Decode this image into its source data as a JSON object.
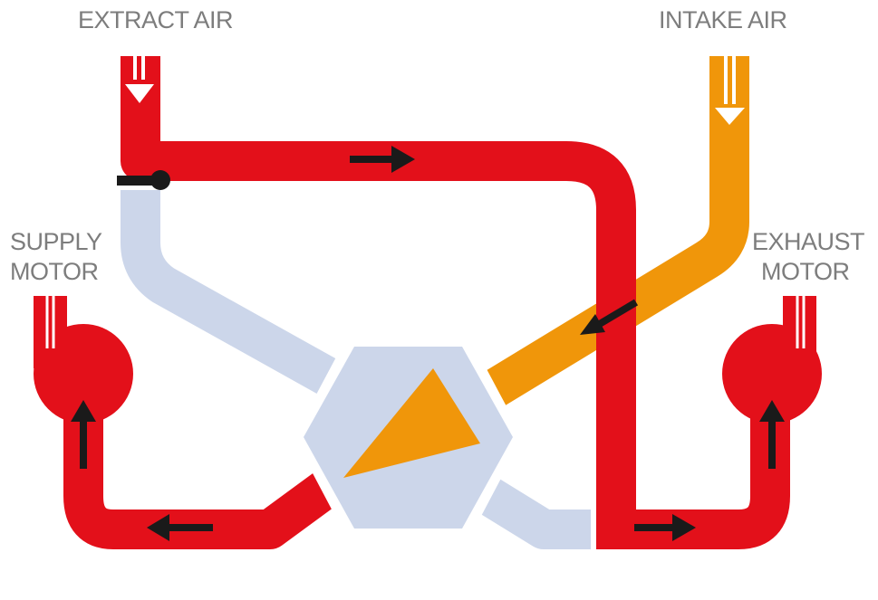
{
  "labels": {
    "extract_air": "EXTRACT AIR",
    "intake_air": "INTAKE AIR",
    "supply_motor_line1": "SUPPLY",
    "supply_motor_line2": "MOTOR",
    "exhaust_motor_line1": "EXHAUST",
    "exhaust_motor_line2": "MOTOR"
  },
  "colors": {
    "extract_duct": "#e3101a",
    "intake_duct": "#f0960a",
    "bypass_duct": "#ccd6ea",
    "arrow": "#1a1a1a",
    "inlet_arrow": "#ffffff",
    "label_text": "#7d7d7d",
    "exchanger_fill": "#ccd6ea",
    "exchanger_triangle": "#f0960a"
  },
  "icons": {
    "damper": "damper-icon",
    "flow_arrow": "flow-arrow-icon",
    "inlet_arrow": "inlet-arrow-icon",
    "exchanger": "heat-exchanger-icon",
    "fan": "fan-motor-icon"
  }
}
